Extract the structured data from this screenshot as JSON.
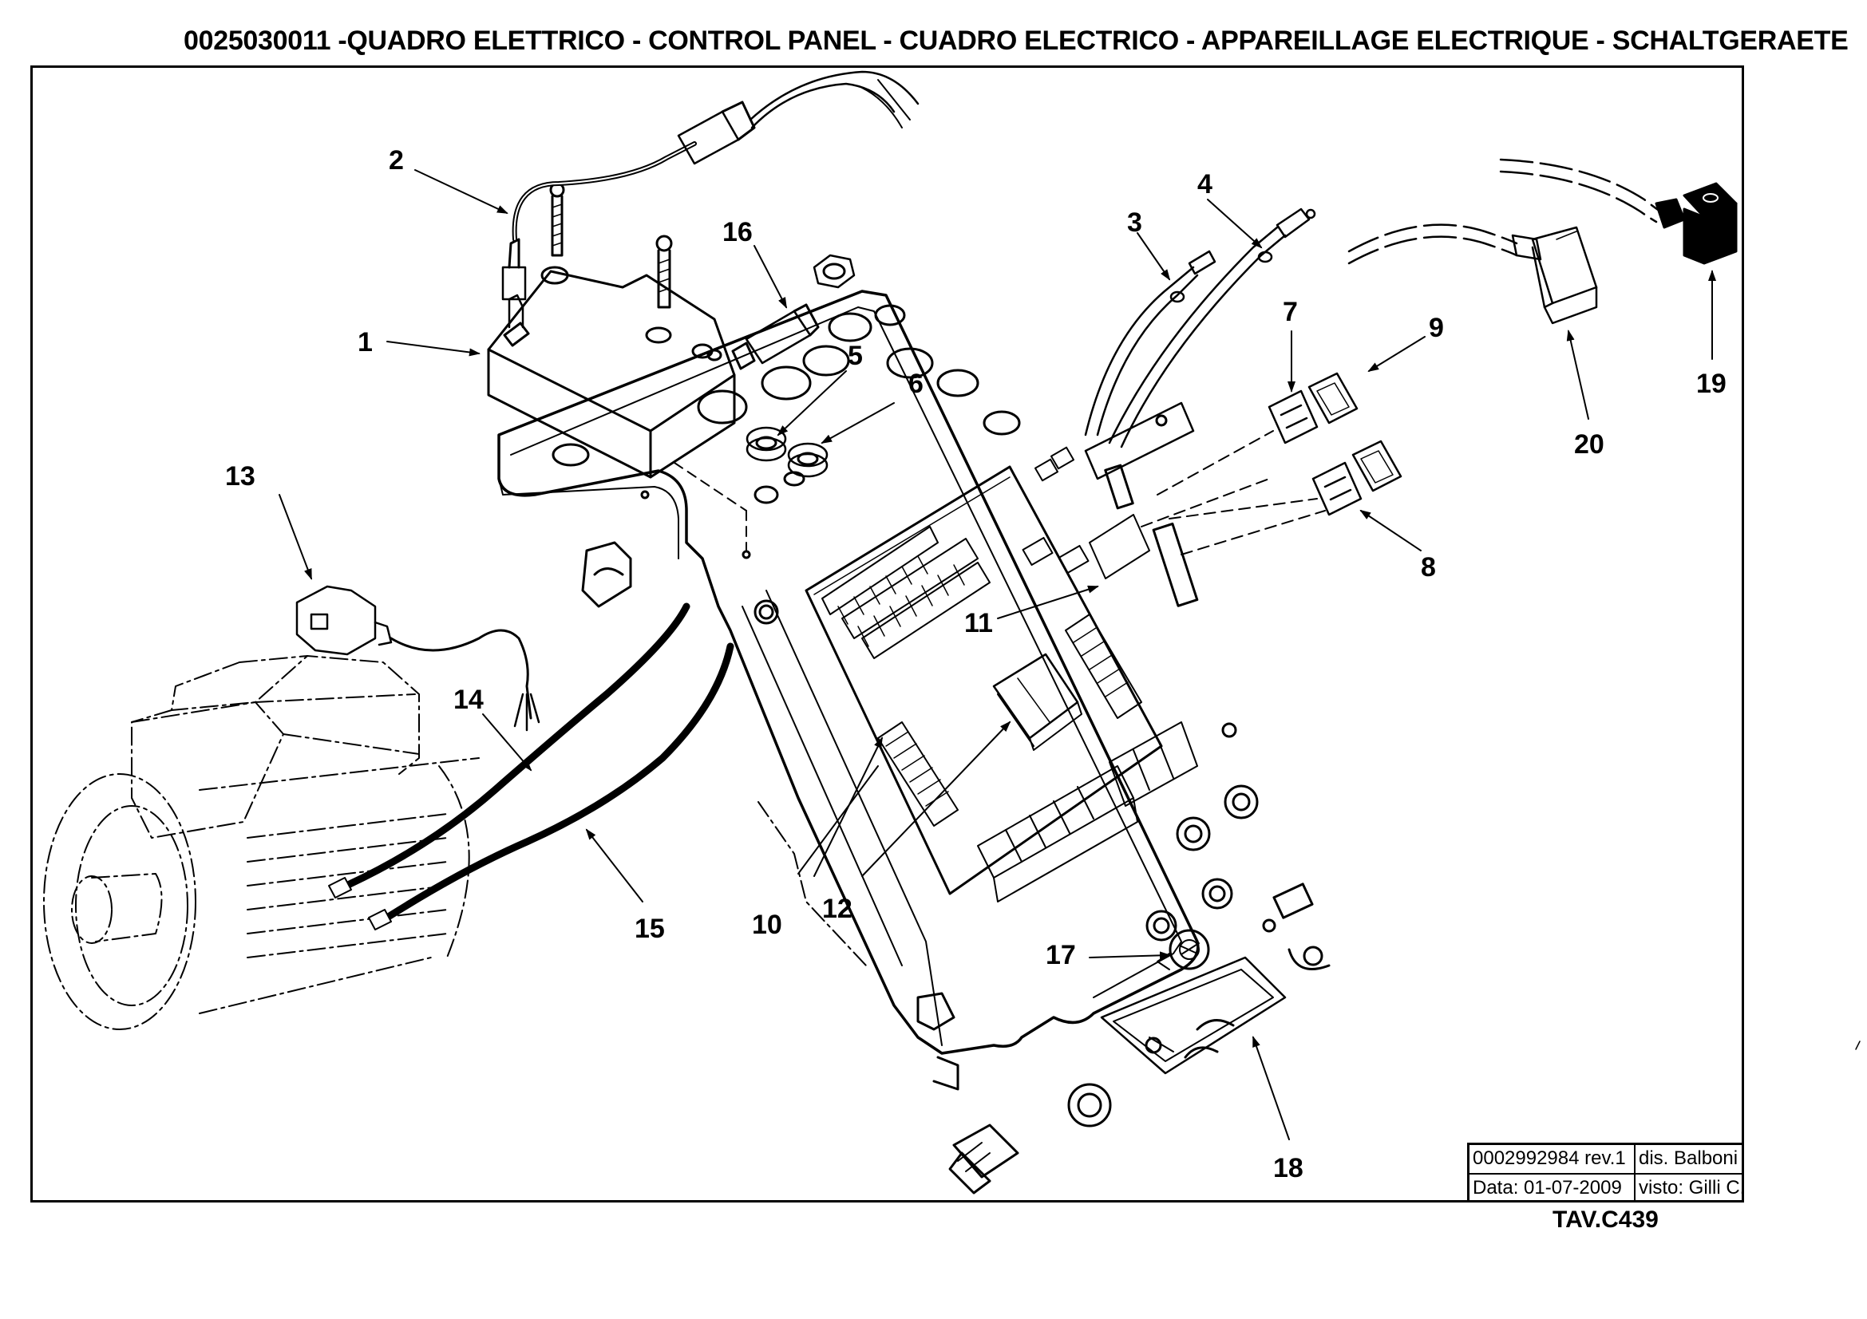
{
  "title": "0025030011 -QUADRO ELETTRICO - CONTROL PANEL - CUADRO ELECTRICO - APPAREILLAGE ELECTRIQUE - SCHALTGERAETE",
  "callouts": [
    "1",
    "2",
    "3",
    "4",
    "5",
    "6",
    "7",
    "8",
    "9",
    "10",
    "11",
    "12",
    "13",
    "14",
    "15",
    "16",
    "17",
    "18",
    "19",
    "20"
  ],
  "title_block": {
    "drawing_no": "0002992984 rev.1",
    "drawn_by": "dis. Balboni",
    "date": "Data: 01-07-2009",
    "checked_by": "visto: Gilli C."
  },
  "table_code": "TAV.C439"
}
